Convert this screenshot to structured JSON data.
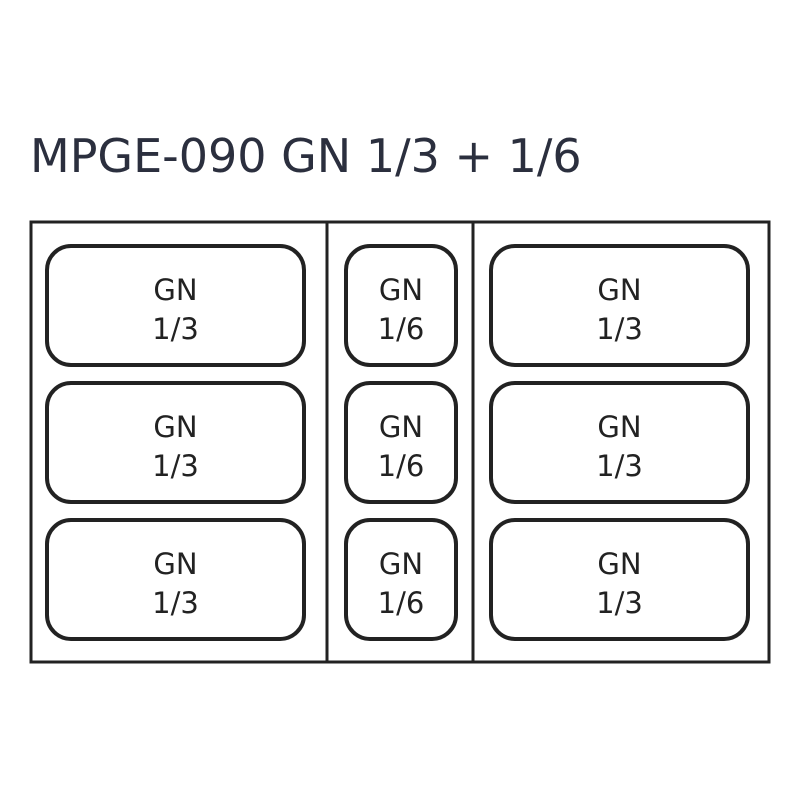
{
  "title": "MPGE-090 GN 1/3 + 1/6",
  "colors": {
    "stroke": "#222222",
    "title": "#2b2f3e",
    "background": "#ffffff"
  },
  "columns": [
    {
      "id": "left",
      "pans": [
        {
          "label": "GN",
          "size": "1/3"
        },
        {
          "label": "GN",
          "size": "1/3"
        },
        {
          "label": "GN",
          "size": "1/3"
        }
      ]
    },
    {
      "id": "middle",
      "pans": [
        {
          "label": "GN",
          "size": "1/6"
        },
        {
          "label": "GN",
          "size": "1/6"
        },
        {
          "label": "GN",
          "size": "1/6"
        }
      ]
    },
    {
      "id": "right",
      "pans": [
        {
          "label": "GN",
          "size": "1/3"
        },
        {
          "label": "GN",
          "size": "1/3"
        },
        {
          "label": "GN",
          "size": "1/3"
        }
      ]
    }
  ]
}
